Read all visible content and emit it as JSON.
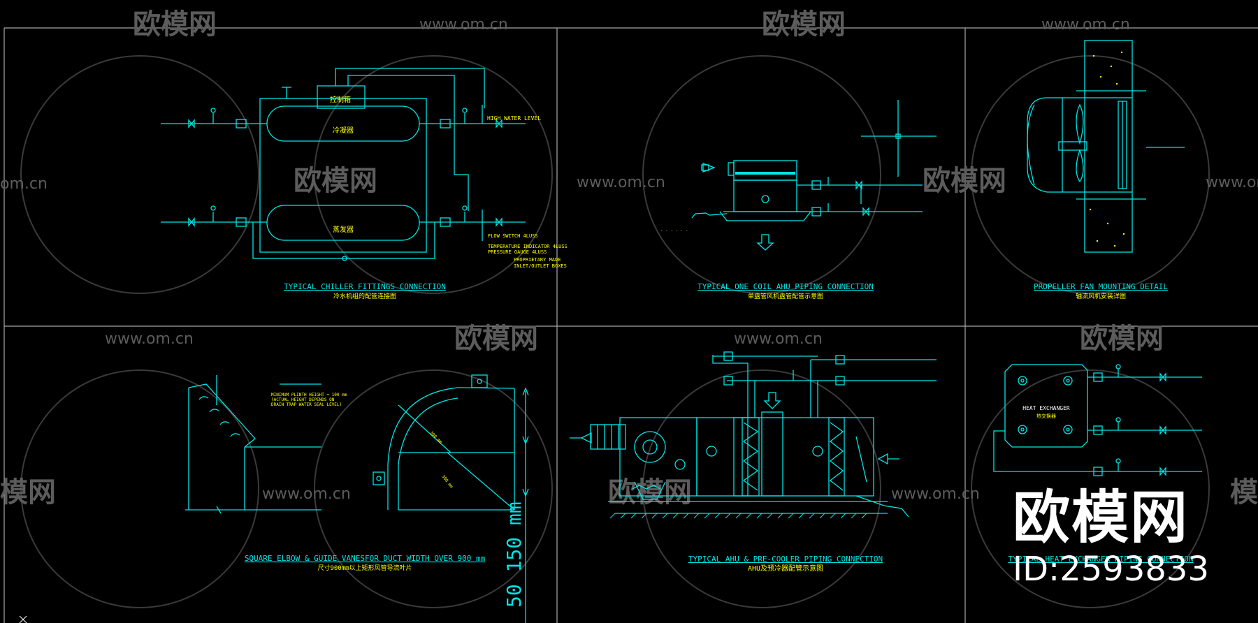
{
  "watermark": {
    "url": "www.om.cn",
    "brand": "欧模网",
    "url_fragment": "om.cn",
    "brand_fragment": "模网"
  },
  "overlay": {
    "brand": "欧模网",
    "id": "ID:2593833"
  },
  "panels": {
    "chiller": {
      "title": "TYPICAL CHILLER FITTINGS CONNECTION",
      "subtitle": "冷水机组的配管连接图",
      "controller": "控制箱",
      "evaporator": "冷凝器",
      "condenser": "蒸发器",
      "high_level": "HIGH WATER LEVEL",
      "flow_switch": "FLOW SWITCH  4LUSS",
      "temp_gauge": "TEMPERATURE INDICATOR  4LUSS",
      "pressure_gauge": "PRESSURE GAUGE  4LUSS",
      "note1": "PROPRIETARY MADE",
      "note2": "INLET/OUTLET BOXES"
    },
    "ahu_one_coil": {
      "title": "TYPICAL ONE COIL AHU PIPING CONNECTION",
      "subtitle": "单盘管风机盘管配管示意图"
    },
    "propeller": {
      "title": "PROPELLER FAN MOUNTING DETAIL",
      "subtitle": "轴流风机安装详图"
    },
    "elbow": {
      "title": "SQUARE ELBOW & GUIDE VANESFOR DUCT WIDTH OVER 900 mm",
      "subtitle": "尺寸900mm以上矩形风管导流叶片",
      "note1": "MINIMUM PLINTH HEIGHT = 100 mm",
      "note2": "(ACTUAL HEIGHT DEPENDS ON",
      "note3": "DRAIN TRAP WATER SEAL LEVEL)",
      "dim_r": "300 mm",
      "dim_l": "300 mm",
      "dim_vert": "50 150 mm"
    },
    "ahu_precooler": {
      "title": "TYPICAL AHU & PRE-COOLER PIPING CONNECTION",
      "subtitle": "AHU及预冷器配管示意图"
    },
    "heat_exchanger": {
      "title": "TYPICAL HEAT EXCHANGER PIPING CONNECTION",
      "label": "HEAT EXCHANGER",
      "label_cn": "热交换器"
    }
  },
  "colors": {
    "cyan": "#00e5e5",
    "yellow": "#ffff00",
    "grid": "#a0a0a0",
    "watermark": "#5a5a5a"
  }
}
